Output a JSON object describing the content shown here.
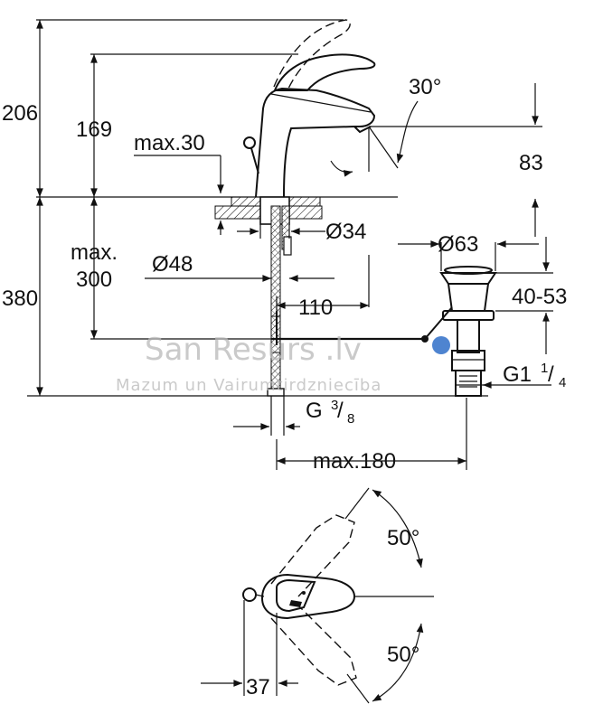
{
  "dimensions": {
    "total_height": "206",
    "spout_height": "169",
    "max_deck": "max.30",
    "angle_spout": "30°",
    "spout_reach_height": "83",
    "hole_diameter": "Ø34",
    "rosette_diameter": "Ø48",
    "max_below_1": "max.",
    "max_below_2": "300",
    "below_deck": "380",
    "hose_offset": "110",
    "waste_diameter": "Ø63",
    "waste_range": "40-53",
    "waste_thread": "G1",
    "waste_thread_num": "1",
    "waste_thread_den": "4",
    "supply_thread": "G",
    "supply_thread_num": "3",
    "supply_thread_den": "8",
    "max_span": "max.180",
    "lever_angle_top": "50°",
    "lever_angle_bottom": "50°",
    "top_view_offset": "37"
  },
  "watermark": {
    "brand": "San Resurs .lv",
    "tagline": "Mazum un Vairumtirdzniecība"
  },
  "colors": {
    "line": "#111111",
    "watermark_drop": "#2f6fc8"
  }
}
